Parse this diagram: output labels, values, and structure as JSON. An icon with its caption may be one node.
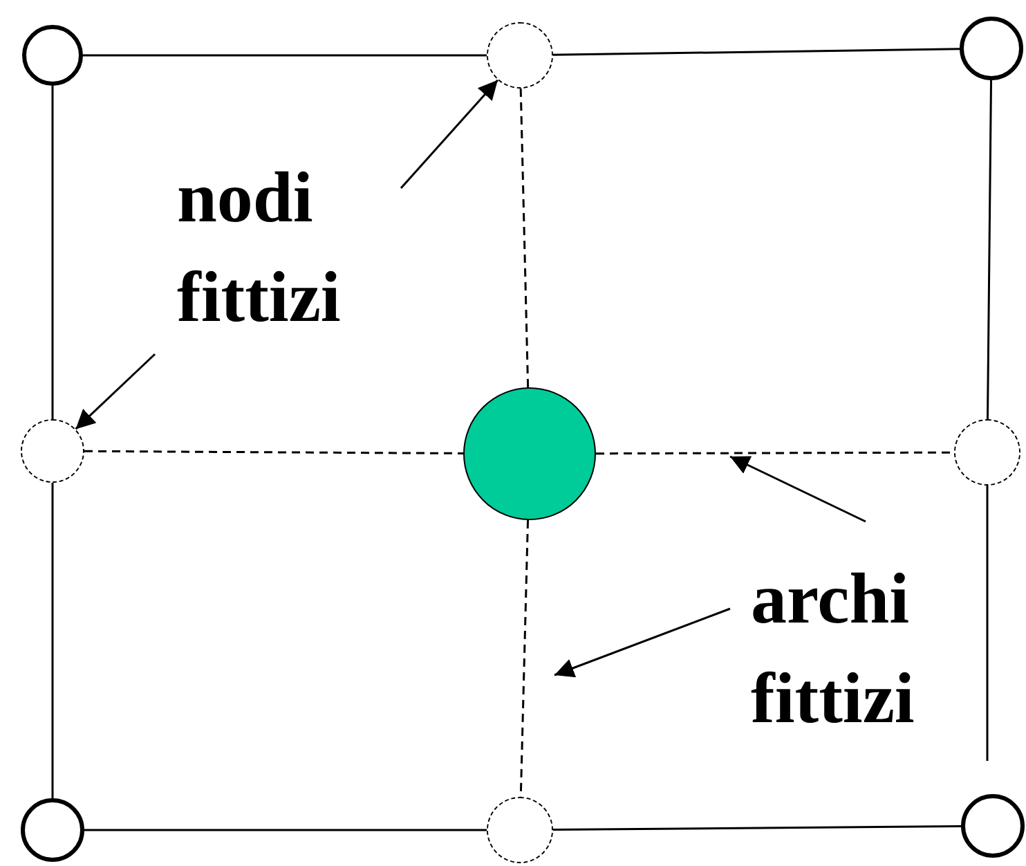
{
  "diagram": {
    "nodes": [
      {
        "text": [],
        "shape": "circle"
      },
      {
        "text": [],
        "shape": "circle"
      },
      {
        "text": [],
        "shape": "circle"
      },
      {
        "text": [],
        "shape": "circle"
      },
      {
        "text": [],
        "shape": "circle"
      },
      {
        "text": [],
        "shape": "circle"
      },
      {
        "text": [],
        "shape": "circle"
      },
      {
        "text": [],
        "shape": "circle"
      },
      {
        "text": [],
        "shape": "circle"
      },
      {
        "text": [
          "nodi fittizi"
        ]
      },
      {
        "text": [
          "archi fittizi"
        ]
      }
    ],
    "edges": [
      {
        "from": 0,
        "to": 1,
        "arrow": "none"
      },
      {
        "from": 1,
        "to": 2,
        "arrow": "none"
      },
      {
        "from": 0,
        "to": 3,
        "arrow": "none"
      },
      {
        "from": 3,
        "to": 6,
        "arrow": "none"
      },
      {
        "from": 6,
        "to": 7,
        "arrow": "none"
      },
      {
        "from": 7,
        "to": 8,
        "arrow": "none"
      },
      {
        "from": 2,
        "to": 5,
        "arrow": "none"
      },
      {
        "from": 5,
        "to": null,
        "arrow": "none"
      },
      {
        "from": 1,
        "to": 4,
        "arrow": "none",
        "style": "dashed"
      },
      {
        "from": 3,
        "to": 4,
        "arrow": "none",
        "style": "dashed"
      },
      {
        "from": 4,
        "to": 5,
        "arrow": "none",
        "style": "dashed"
      },
      {
        "from": 4,
        "to": 7,
        "arrow": "none",
        "style": "dashed"
      },
      {
        "from": 9,
        "to": 1,
        "arrow": "to"
      },
      {
        "from": 9,
        "to": 3,
        "arrow": "to"
      },
      {
        "from": 10,
        "to": null,
        "arrow": "to"
      },
      {
        "from": 10,
        "to": null,
        "arrow": "to"
      }
    ]
  }
}
